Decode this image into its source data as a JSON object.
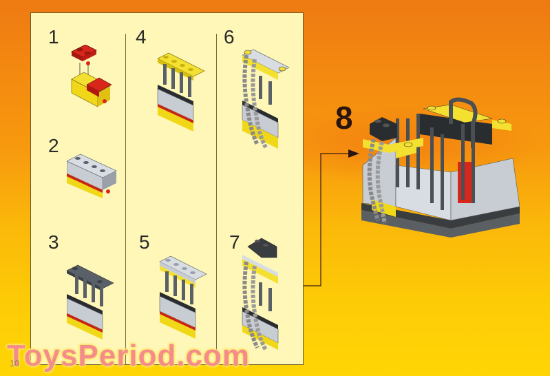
{
  "page": {
    "page_number": "10",
    "background_colors": {
      "top": "#EE7A12",
      "bottom": "#FFD505",
      "panel": "#FEF7B8"
    }
  },
  "steps": [
    {
      "number": "1",
      "description": "red 1x2 plates with clips attached to yellow clip bricks"
    },
    {
      "number": "2",
      "description": "light gray 1x4 brick on top"
    },
    {
      "number": "3",
      "description": "dark gray fence with bars added"
    },
    {
      "number": "4",
      "description": "yellow 1x4 plate on top of bars"
    },
    {
      "number": "5",
      "description": "light gray 1x4 plate on yellow plate"
    },
    {
      "number": "6",
      "description": "chains attached with yellow studs"
    },
    {
      "number": "7",
      "description": "black sloped brick added on top"
    },
    {
      "number": "8",
      "description": "completed cage assembly"
    }
  ],
  "watermark": {
    "text": "ToysPeriod.com",
    "color": "#F58C8C"
  }
}
